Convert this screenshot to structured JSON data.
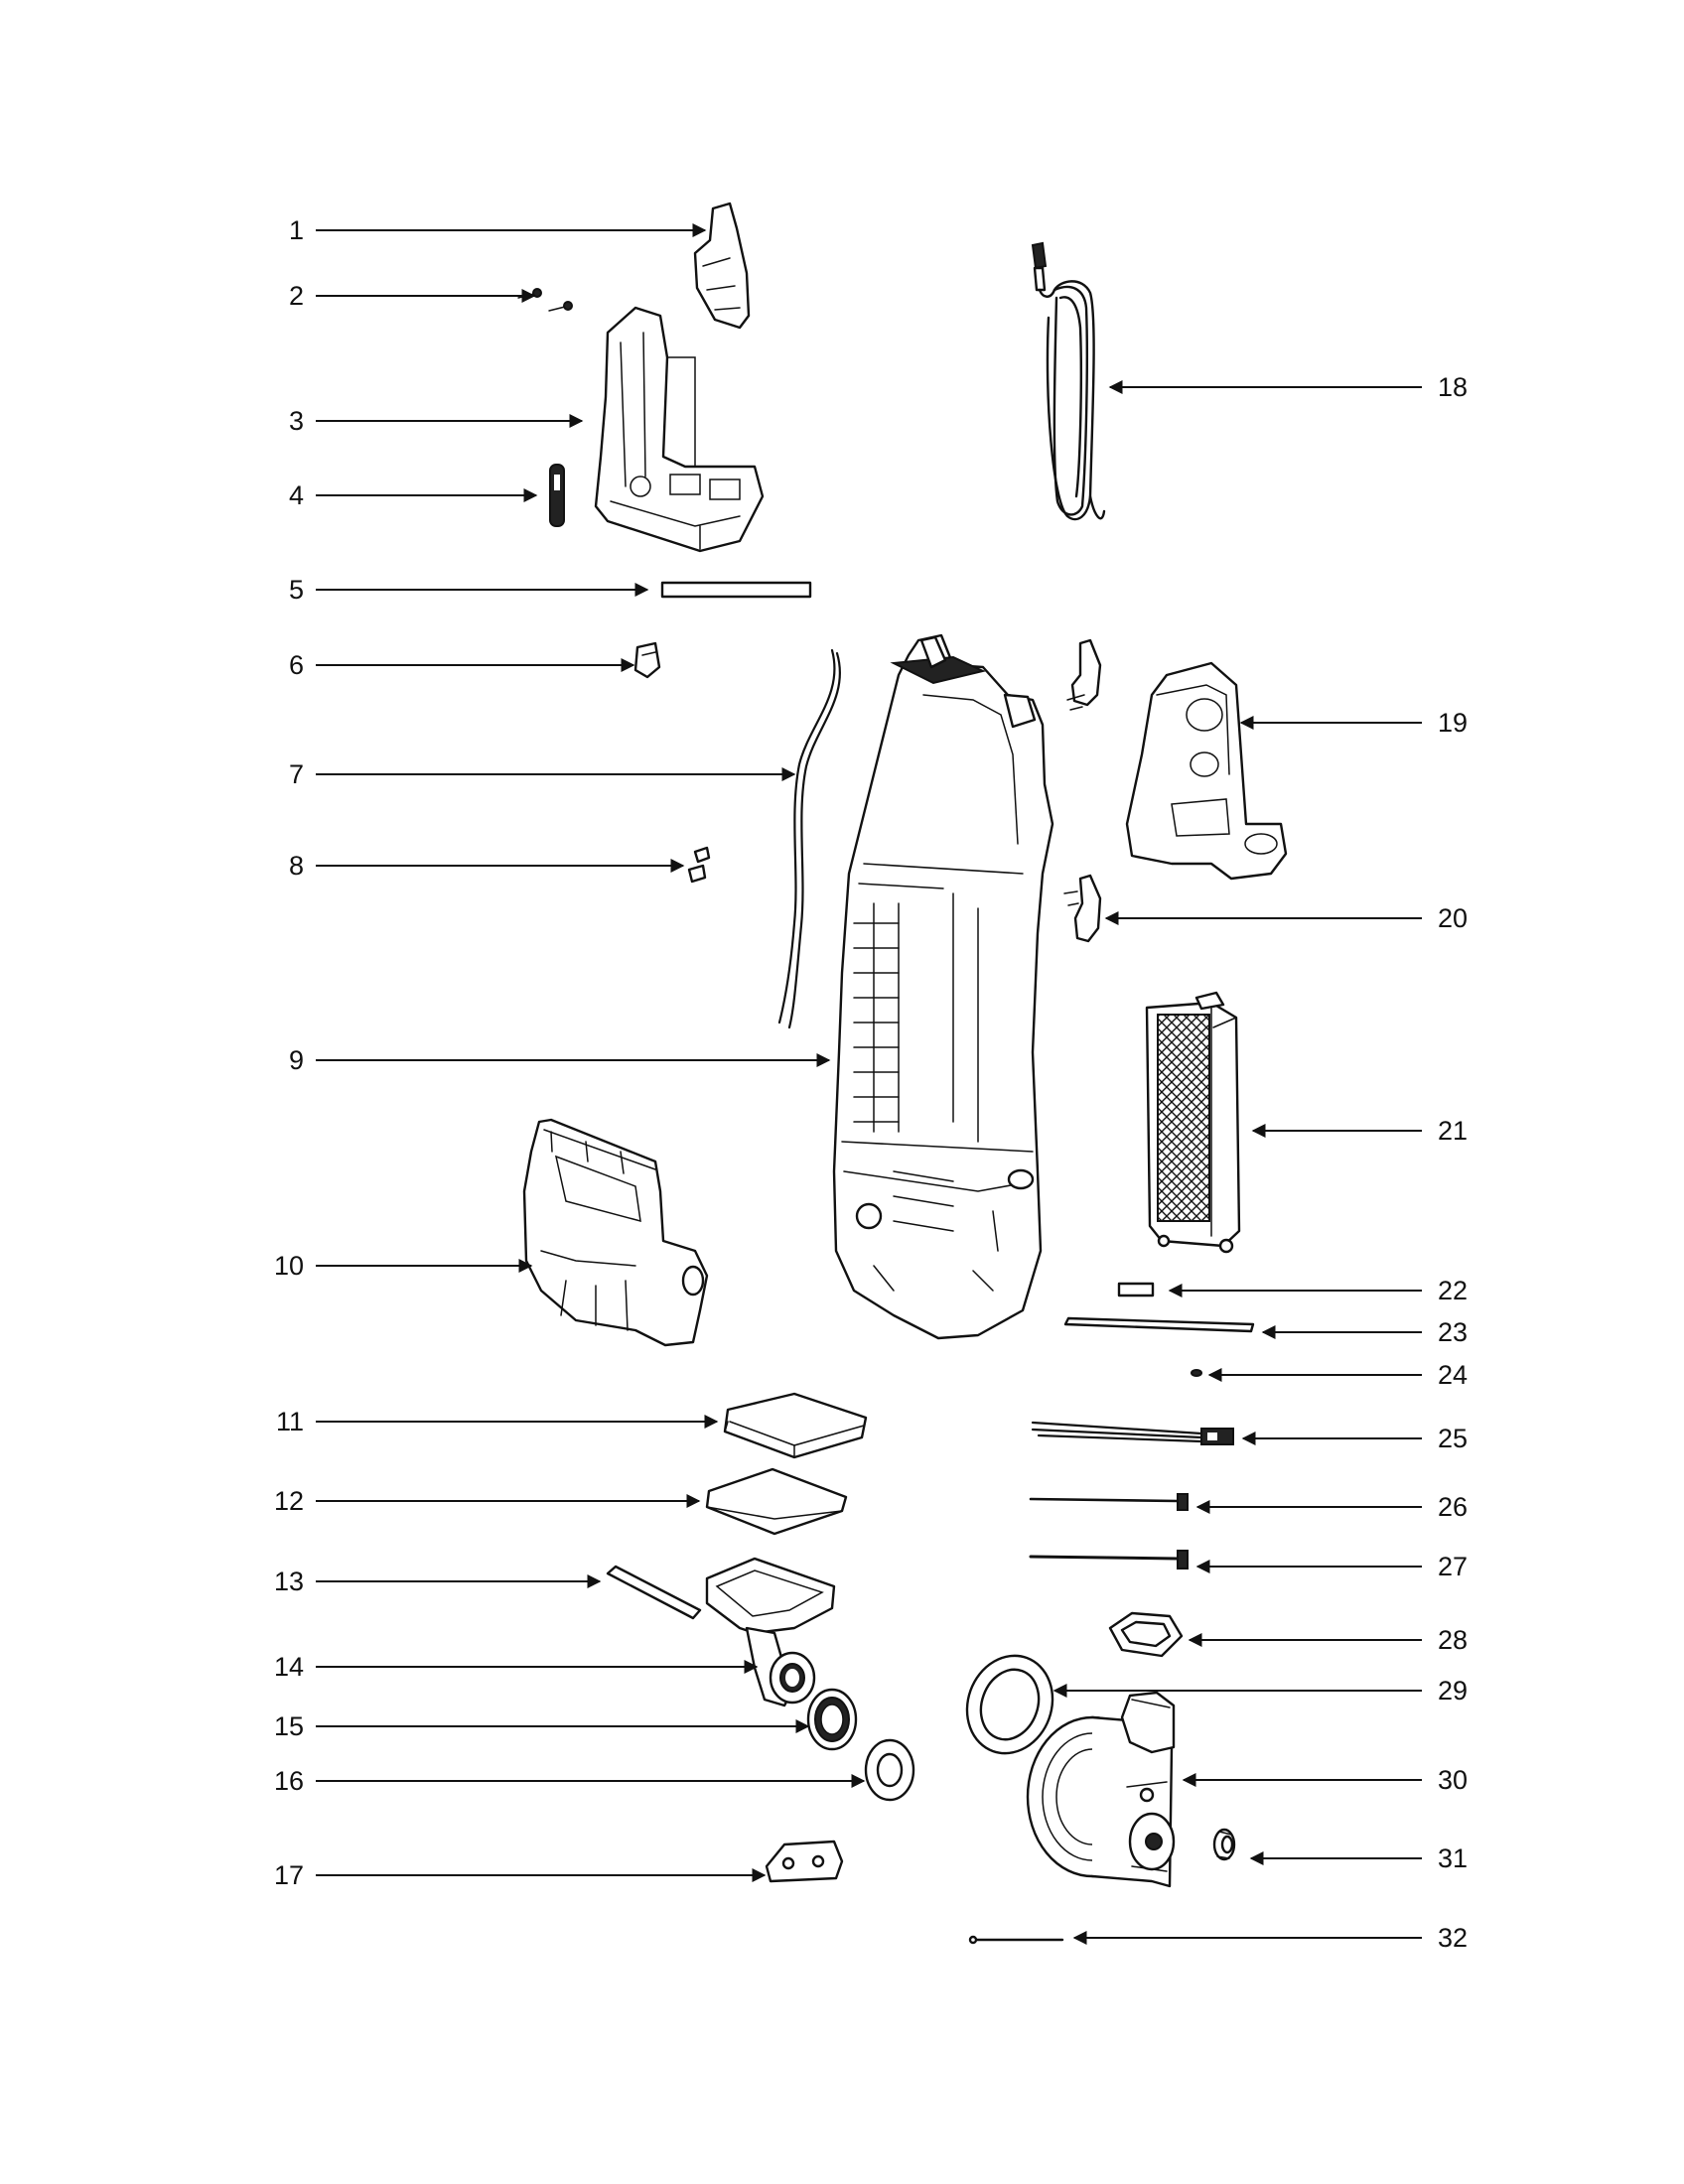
{
  "callouts": [
    {
      "id": "1",
      "side": "left"
    },
    {
      "id": "2",
      "side": "left"
    },
    {
      "id": "3",
      "side": "left"
    },
    {
      "id": "4",
      "side": "left"
    },
    {
      "id": "5",
      "side": "left"
    },
    {
      "id": "6",
      "side": "left"
    },
    {
      "id": "7",
      "side": "left"
    },
    {
      "id": "8",
      "side": "left"
    },
    {
      "id": "9",
      "side": "left"
    },
    {
      "id": "10",
      "side": "left"
    },
    {
      "id": "11",
      "side": "left"
    },
    {
      "id": "12",
      "side": "left"
    },
    {
      "id": "13",
      "side": "left"
    },
    {
      "id": "14",
      "side": "left"
    },
    {
      "id": "15",
      "side": "left"
    },
    {
      "id": "16",
      "side": "left"
    },
    {
      "id": "17",
      "side": "left"
    },
    {
      "id": "18",
      "side": "right"
    },
    {
      "id": "19",
      "side": "right"
    },
    {
      "id": "20",
      "side": "right"
    },
    {
      "id": "21",
      "side": "right"
    },
    {
      "id": "22",
      "side": "right"
    },
    {
      "id": "23",
      "side": "right"
    },
    {
      "id": "24",
      "side": "right"
    },
    {
      "id": "25",
      "side": "right"
    },
    {
      "id": "26",
      "side": "right"
    },
    {
      "id": "27",
      "side": "right"
    },
    {
      "id": "28",
      "side": "right"
    },
    {
      "id": "29",
      "side": "right"
    },
    {
      "id": "30",
      "side": "right"
    },
    {
      "id": "31",
      "side": "right"
    },
    {
      "id": "32",
      "side": "right"
    }
  ]
}
